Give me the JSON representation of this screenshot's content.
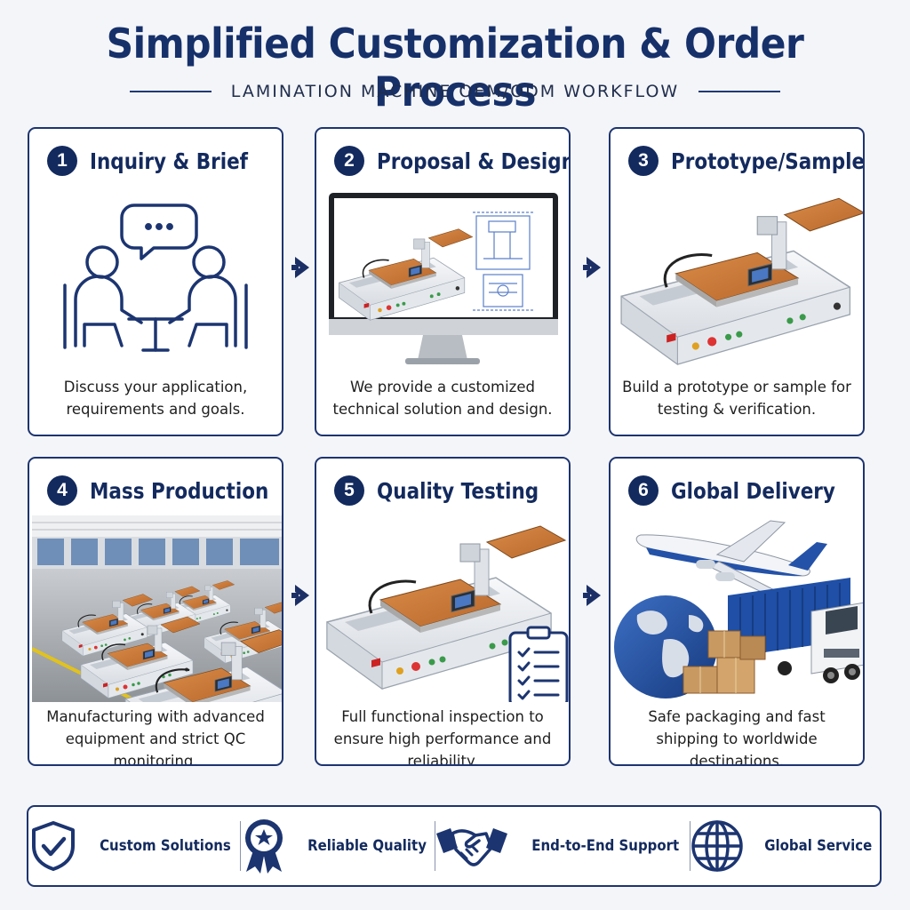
{
  "header": {
    "title": "Simplified Customization & Order Process",
    "subtitle": "LAMINATION MACHINE OEM/ODM WORKFLOW"
  },
  "steps": [
    {
      "number": "1",
      "title": "Inquiry & Brief",
      "description": "Discuss your application, requirements and goals.",
      "icon": "meeting-people-icon"
    },
    {
      "number": "2",
      "title": "Proposal & Design",
      "description": "We provide a customized technical solution and design.",
      "icon": "monitor-design-icon"
    },
    {
      "number": "3",
      "title": "Prototype/Sample",
      "description": "Build a prototype or sample for testing & verification.",
      "icon": "laminator-machine-image"
    },
    {
      "number": "4",
      "title": "Mass Production",
      "description": "Manufacturing with advanced equipment and strict QC monitoring.",
      "icon": "factory-floor-image"
    },
    {
      "number": "5",
      "title": "Quality Testing",
      "description": "Full functional inspection to ensure high performance and reliability.",
      "icon": "checklist-icon"
    },
    {
      "number": "6",
      "title": "Global Delivery",
      "description": "Safe packaging and fast shipping to worldwide destinations.",
      "icon": "globe-plane-truck-image"
    }
  ],
  "features": [
    {
      "label": "Custom Solutions",
      "icon": "shield-check-icon"
    },
    {
      "label": "Reliable Quality",
      "icon": "award-ribbon-icon"
    },
    {
      "label": "End-to-End Support",
      "icon": "handshake-icon"
    },
    {
      "label": "Global Service",
      "icon": "globe-icon"
    }
  ],
  "colors": {
    "navy": "#132a5e",
    "border": "#1d3470",
    "pad_orange": "#c97a3a",
    "machine_white": "#e9ecef"
  }
}
